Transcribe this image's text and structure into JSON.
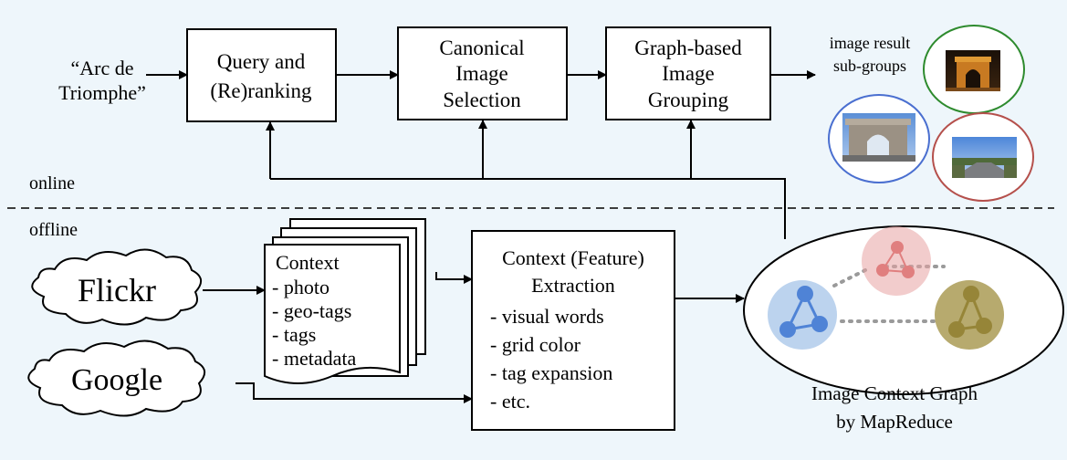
{
  "query": {
    "line1": "“Arc de",
    "line2": "Triomphe”"
  },
  "boxes": {
    "query_reranking": {
      "line1": "Query and",
      "line2": "(Re)ranking"
    },
    "canonical_selection": {
      "line1": "Canonical",
      "line2": "Image",
      "line3": "Selection"
    },
    "graph_grouping": {
      "line1": "Graph-based",
      "line2": "Image",
      "line3": "Grouping"
    },
    "feature_extraction": {
      "line1": "Context (Feature)",
      "line2": "Extraction",
      "items": [
        "- visual words",
        "- grid color",
        "- tag expansion",
        "- etc."
      ]
    }
  },
  "result_label": {
    "line1": "image result",
    "line2": "sub-groups"
  },
  "sections": {
    "online": "online",
    "offline": "offline"
  },
  "sources": {
    "flickr": "Flickr",
    "google": "Google"
  },
  "context_doc": {
    "title": "Context",
    "items": [
      "- photo",
      "- geo-tags",
      "- tags",
      "- metadata"
    ]
  },
  "graph_label": {
    "line1": "Image Context Graph",
    "line2": "by MapReduce"
  },
  "colors": {
    "background": "#eef6fb",
    "group_green": "#2e8b2e",
    "group_blue": "#4a6fd0",
    "group_red": "#b5504c",
    "node_blue": "#4f83d6",
    "node_red": "#e7a2a2",
    "node_olive": "#968538"
  }
}
